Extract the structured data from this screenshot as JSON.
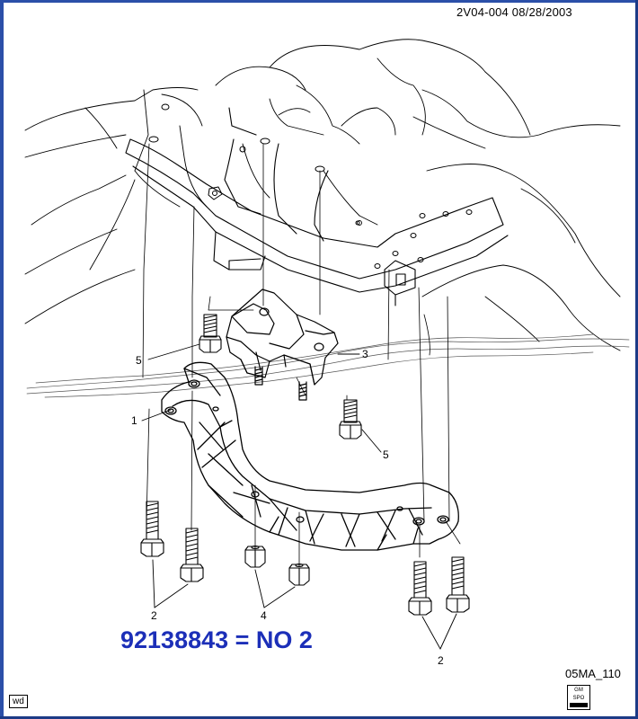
{
  "header": {
    "doc_id": "2V04-004  08/28/2003"
  },
  "footer": {
    "code": "05MA_110",
    "tag": "wd"
  },
  "callout": {
    "text": "92138843 = NO 2"
  },
  "logo": {
    "line1": "GM",
    "line2": "SPO"
  },
  "references": {
    "r1": "1",
    "r2a": "2",
    "r2b": "2",
    "r3": "3",
    "r4": "4",
    "r5a": "5",
    "r5b": "5"
  },
  "colors": {
    "frame": "#2b4fa8",
    "callout": "#1c2fb8",
    "line": "#000000"
  }
}
